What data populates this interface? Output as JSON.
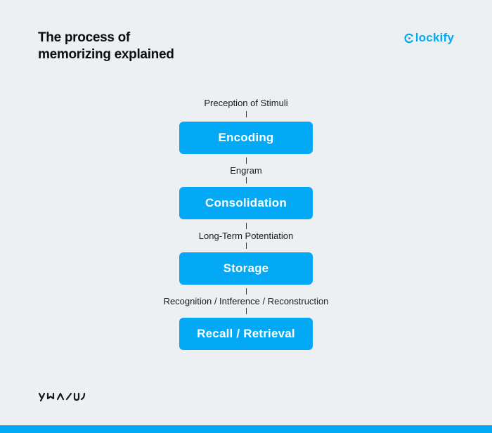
{
  "header": {
    "title_line1": "The process of",
    "title_line2": "memorizing explained",
    "logo_text": "lockify",
    "logo_mark": "C"
  },
  "flow": {
    "stages": [
      {
        "input_label": "Preception of Stimuli",
        "label": "Encoding"
      },
      {
        "input_label": "Engram",
        "label": "Consolidation"
      },
      {
        "input_label": "Long-Term Potentiation",
        "label": "Storage"
      },
      {
        "input_label": "Recognition / Intference / Reconstruction",
        "label": "Recall / Retrieval"
      }
    ]
  },
  "footer": {
    "brand_icon": "pumble-wordmark"
  },
  "colors": {
    "accent": "#03a9f4",
    "background": "#ecf0f3",
    "text": "#111111"
  }
}
